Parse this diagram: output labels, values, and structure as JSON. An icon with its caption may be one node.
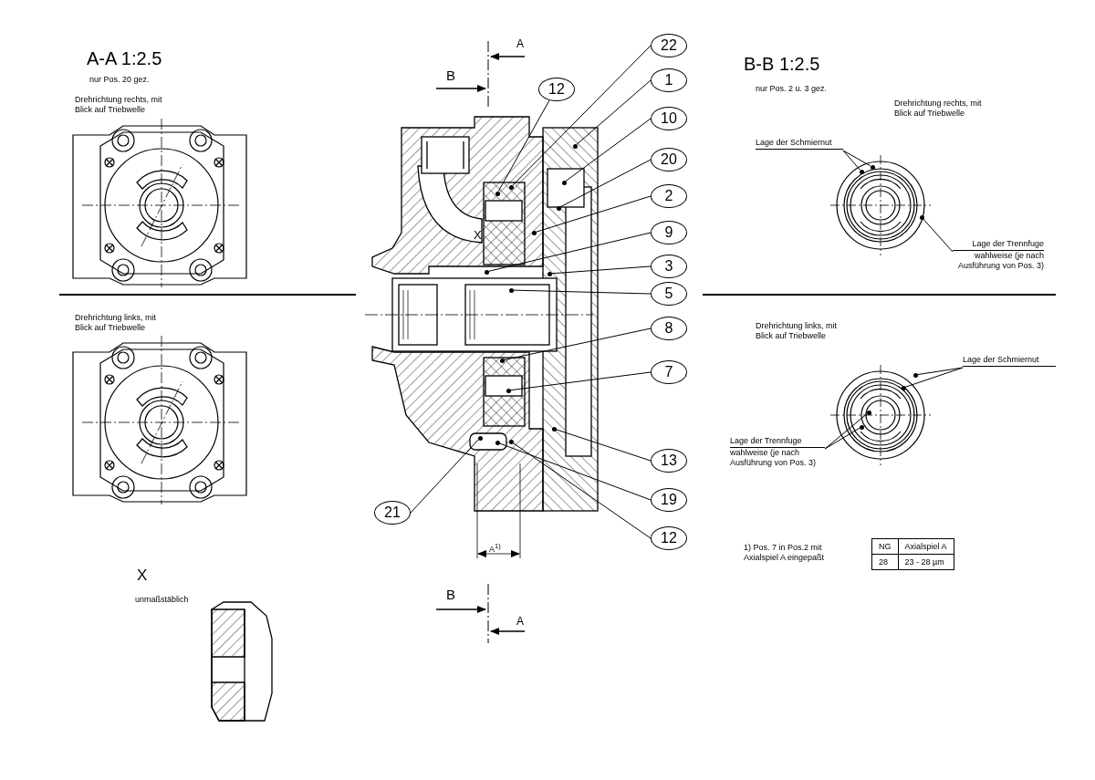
{
  "diagram": {
    "nodes": [
      {
        "text": [
          "22"
        ]
      },
      {
        "text": [
          "1"
        ]
      },
      {
        "text": [
          "12"
        ]
      },
      {
        "text": [
          "10"
        ]
      },
      {
        "text": [
          "20"
        ]
      },
      {
        "text": [
          "2"
        ]
      },
      {
        "text": [
          "9"
        ]
      },
      {
        "text": [
          "3"
        ]
      },
      {
        "text": [
          "5"
        ]
      },
      {
        "text": [
          "8"
        ]
      },
      {
        "text": [
          "7"
        ]
      },
      {
        "text": [
          "13"
        ]
      },
      {
        "text": [
          "19"
        ]
      },
      {
        "text": [
          "21"
        ]
      },
      {
        "text": [
          "12"
        ]
      },
      {
        "text": [
          "Lage der Schmiernut"
        ]
      },
      {
        "text": [
          "Lage der Trennfuge",
          "wahlweise (je nach Ausführung von Pos. 3)"
        ]
      },
      {
        "text": [
          "Lage der Schmiernut"
        ]
      },
      {
        "text": [
          "Lage der Trennfuge",
          "wahlweise (je nach Ausführung von Pos. 3)"
        ]
      },
      {
        "text": [],
        "shape": "dot"
      },
      {
        "text": [],
        "shape": "dot"
      },
      {
        "text": [],
        "shape": "dot"
      },
      {
        "text": [],
        "shape": "dot"
      },
      {
        "text": [],
        "shape": "dot"
      },
      {
        "text": [],
        "shape": "dot"
      },
      {
        "text": [],
        "shape": "dot"
      },
      {
        "text": [],
        "shape": "dot"
      },
      {
        "text": [],
        "shape": "dot"
      },
      {
        "text": [],
        "shape": "dot"
      },
      {
        "text": [],
        "shape": "dot"
      },
      {
        "text": [],
        "shape": "dot"
      },
      {
        "text": [],
        "shape": "dot"
      },
      {
        "text": [],
        "shape": "dot"
      },
      {
        "text": [],
        "shape": "dot"
      },
      {
        "text": [],
        "shape": "dot"
      },
      {
        "text": [],
        "shape": "dot"
      },
      {
        "text": [],
        "shape": "dot"
      },
      {
        "text": [],
        "shape": "dot"
      },
      {
        "text": [],
        "shape": "dot"
      },
      {
        "text": [],
        "shape": "dot"
      },
      {
        "text": [],
        "shape": "dot"
      }
    ],
    "edges": [
      {
        "from": 0,
        "to": 19,
        "arrow": "none"
      },
      {
        "from": 1,
        "to": 20,
        "arrow": "none"
      },
      {
        "from": 2,
        "to": 21,
        "arrow": "none"
      },
      {
        "from": 3,
        "to": 22,
        "arrow": "none"
      },
      {
        "from": 4,
        "to": 23,
        "arrow": "none"
      },
      {
        "from": 5,
        "to": 24,
        "arrow": "none"
      },
      {
        "from": 6,
        "to": 25,
        "arrow": "none"
      },
      {
        "from": 7,
        "to": 26,
        "arrow": "none"
      },
      {
        "from": 8,
        "to": 27,
        "arrow": "none"
      },
      {
        "from": 9,
        "to": 28,
        "arrow": "none"
      },
      {
        "from": 10,
        "to": 29,
        "arrow": "none"
      },
      {
        "from": 11,
        "to": 30,
        "arrow": "none"
      },
      {
        "from": 12,
        "to": 31,
        "arrow": "none"
      },
      {
        "from": 13,
        "to": 32,
        "arrow": "none"
      },
      {
        "from": 14,
        "to": 33,
        "arrow": "none"
      },
      {
        "from": 15,
        "to": 34,
        "arrow": "none"
      },
      {
        "from": 15,
        "to": 35,
        "arrow": "none"
      },
      {
        "from": 16,
        "to": 36,
        "arrow": "none"
      },
      {
        "from": 17,
        "to": 37,
        "arrow": "none"
      },
      {
        "from": 17,
        "to": 38,
        "arrow": "none"
      },
      {
        "from": 18,
        "to": 39,
        "arrow": "none"
      },
      {
        "from": 18,
        "to": 40,
        "arrow": "none"
      }
    ],
    "labels": [
      "A-A 1:2.5",
      "nur Pos. 20 gez.",
      "A",
      "B",
      "B-B 1:2.5",
      "nur Pos. 2 u. 3 gez.",
      "Drehrichtung rechts, mit Blick auf Triebwelle",
      "Drehrichtung rechts, mit Blick auf Triebwelle",
      "X",
      "Drehrichtung links, mit Blick auf Triebwelle",
      "Drehrichtung links, mit Blick auf Triebwelle",
      "A$^{1)}$",
      "1) Pos. 7 in Pos.2 mit Axialspiel A eingepaßt",
      "NG",
      "Axialspiel A",
      "28",
      "23 - 28 µm",
      "X",
      "unmaßstäblich",
      "B",
      "A"
    ]
  }
}
